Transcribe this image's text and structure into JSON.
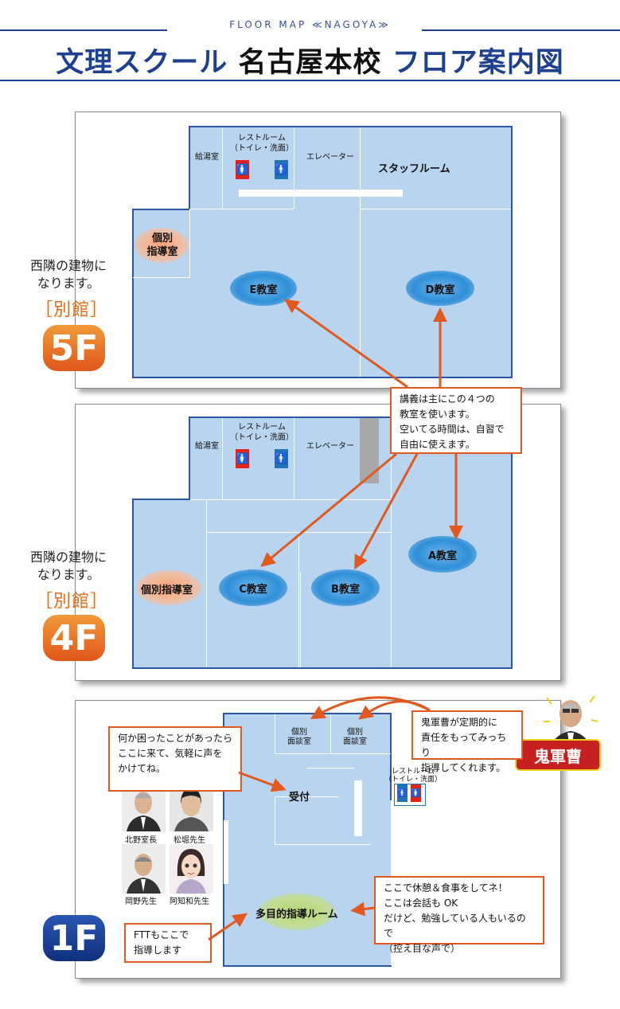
{
  "header": {
    "subtitle": "FLOOR MAP ≪NAGOYA≫",
    "title_part1": "文理スクール",
    "title_part2": "名古屋本校",
    "title_part3": "フロア案内図"
  },
  "floor5": {
    "kyuto": "給湯室",
    "restroom": "レストルーム",
    "restroom_sub": "（トイレ・洗面）",
    "elevator": "エレベーター",
    "staff": "スタッフルーム",
    "kobetsu": "個別\n指導室",
    "e_room": "E教室",
    "d_room": "D教室",
    "side_text": "西隣の建物に\nなります。",
    "bekkan": "［別館］",
    "badge": "5F"
  },
  "floor4": {
    "kyuto": "給湯室",
    "restroom": "レストルーム",
    "restroom_sub": "（トイレ・洗面）",
    "elevator": "エレベーター",
    "kobetsu": "個別指導室",
    "c_room": "C教室",
    "b_room": "B教室",
    "a_room": "A教室",
    "side_text": "西隣の建物に\nなります。",
    "bekkan": "［別館］",
    "badge": "4F"
  },
  "floor1": {
    "mendan1": "個別\n面談室",
    "mendan2": "個別\n面談室",
    "restroom": "レストルーム\n（トイレ・洗面）",
    "uketsuke": "受付",
    "tamokuteki": "多目的指導ルーム",
    "badge": "1F",
    "staff": [
      {
        "name": "北野室長"
      },
      {
        "name": "松堀先生"
      },
      {
        "name": "岡野先生"
      },
      {
        "name": "阿知和先生"
      }
    ],
    "logo_text": "鬼軍曹"
  },
  "callouts": {
    "lecture": "講義は主にこの４つの\n教室を使います。\n空いてる時間は、自習で\n自由に使えます。",
    "help": "何か困ったことがあったら\nここに来て、気軽に声を\nかけてね。",
    "gunso": "鬼軍曹が定期的に\n責任をもってみっちり\n指導してくれます。",
    "rest": "ここで休憩＆食事をしてネ！\nここは会話も OK\nだけど、勉強している人もいるので\n（控え目な声で）",
    "ftt": "FTTもここで\n指導します"
  },
  "colors": {
    "brand_blue": "#1f3f8f",
    "arrow_orange": "#e2591f",
    "floor_blue": "#b9d4ee"
  }
}
